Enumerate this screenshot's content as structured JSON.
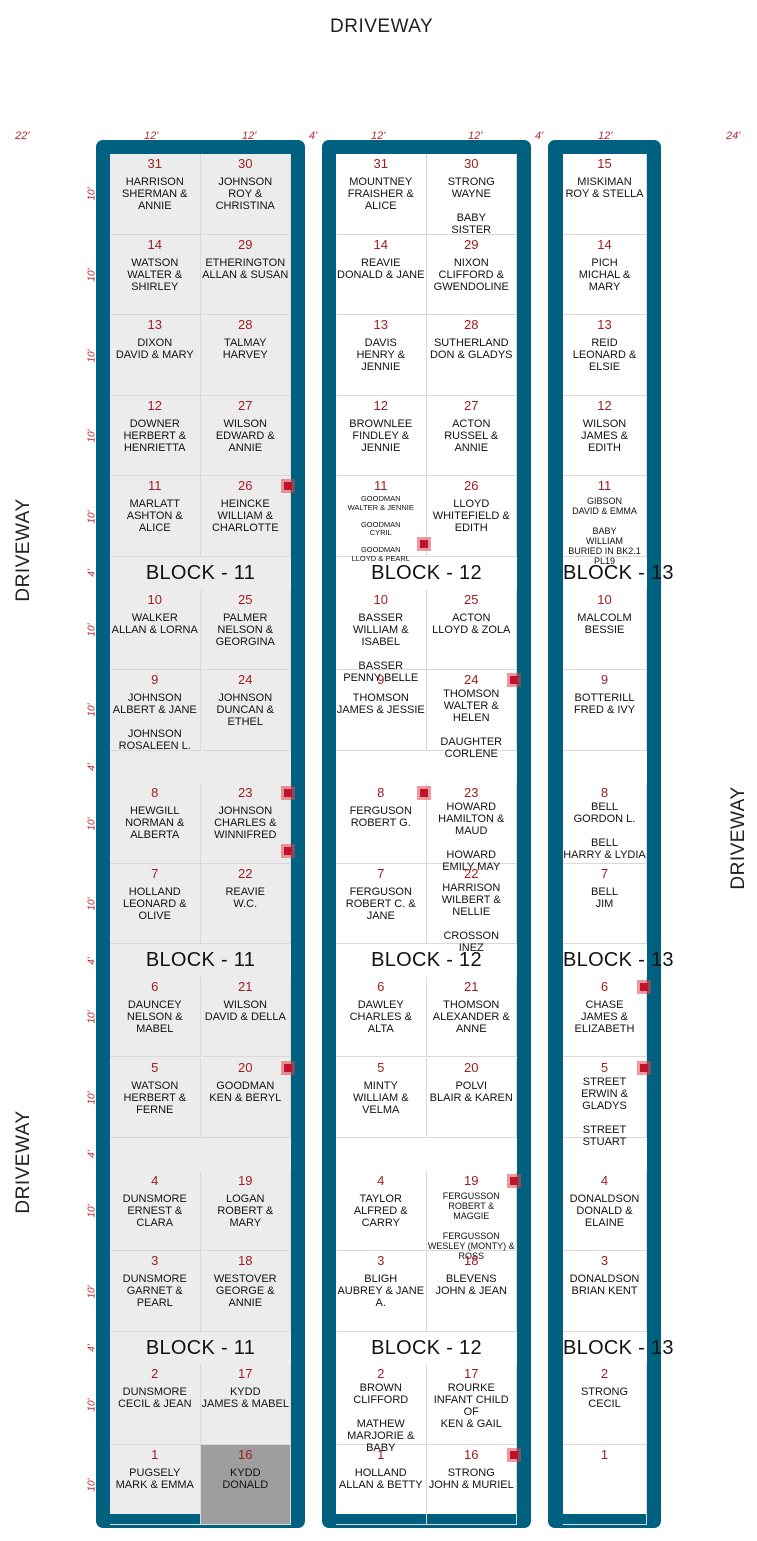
{
  "driveway_label": "DRIVEWAY",
  "dims": {
    "left_margin": "22'",
    "col": "12'",
    "aisle": "4'",
    "right_margin": "24'",
    "row10": "10'",
    "row4": "4'"
  },
  "blocks": [
    {
      "label": "BLOCK - 11",
      "cols": 2,
      "rows": [
        {
          "type": "plot",
          "cells": [
            {
              "num": "31",
              "names": "HARRISON\nSHERMAN & ANNIE"
            },
            {
              "num": "30",
              "names": "JOHNSON\nROY & CHRISTINA"
            }
          ]
        },
        {
          "type": "plot",
          "cells": [
            {
              "num": "14",
              "names": "WATSON\nWALTER & SHIRLEY"
            },
            {
              "num": "29",
              "names": "ETHERINGTON\nALLAN & SUSAN"
            }
          ]
        },
        {
          "type": "plot",
          "cells": [
            {
              "num": "13",
              "names": "DIXON\nDAVID & MARY"
            },
            {
              "num": "28",
              "names": "TALMAY\nHARVEY"
            }
          ]
        },
        {
          "type": "plot",
          "cells": [
            {
              "num": "12",
              "names": "DOWNER\nHERBERT &\nHENRIETTA"
            },
            {
              "num": "27",
              "names": "WILSON\nEDWARD & ANNIE"
            }
          ]
        },
        {
          "type": "plot",
          "cells": [
            {
              "num": "11",
              "names": "MARLATT\nASHTON & ALICE"
            },
            {
              "num": "26",
              "names": "HEINCKE\nWILLIAM &\nCHARLOTTE",
              "marker": true
            }
          ]
        },
        {
          "type": "label"
        },
        {
          "type": "plot",
          "cells": [
            {
              "num": "10",
              "names": "WALKER\nALLAN & LORNA"
            },
            {
              "num": "25",
              "names": "PALMER\nNELSON &\nGEORGINA"
            }
          ]
        },
        {
          "type": "plot",
          "cells": [
            {
              "num": "9",
              "names": "JOHNSON\nALBERT & JANE\n\nJOHNSON\nROSALEEN L."
            },
            {
              "num": "24",
              "names": "JOHNSON\nDUNCAN & ETHEL"
            }
          ]
        },
        {
          "type": "gap"
        },
        {
          "type": "plot",
          "cells": [
            {
              "num": "8",
              "names": "HEWGILL\nNORMAN &\nALBERTA"
            },
            {
              "num": "23",
              "names": "JOHNSON\nCHARLES &\nWINNIFRED",
              "marker": true,
              "marker2": true
            }
          ]
        },
        {
          "type": "plot",
          "cells": [
            {
              "num": "7",
              "names": "HOLLAND\nLEONARD & OLIVE"
            },
            {
              "num": "22",
              "names": "REAVIE\nW.C."
            }
          ]
        },
        {
          "type": "label"
        },
        {
          "type": "plot",
          "cells": [
            {
              "num": "6",
              "names": "DAUNCEY\nNELSON & MABEL"
            },
            {
              "num": "21",
              "names": "WILSON\nDAVID & DELLA"
            }
          ]
        },
        {
          "type": "plot",
          "cells": [
            {
              "num": "5",
              "names": "WATSON\nHERBERT & FERNE"
            },
            {
              "num": "20",
              "names": "GOODMAN\nKEN & BERYL",
              "marker": true
            }
          ]
        },
        {
          "type": "gap"
        },
        {
          "type": "plot",
          "cells": [
            {
              "num": "4",
              "names": "DUNSMORE\nERNEST & CLARA"
            },
            {
              "num": "19",
              "names": "LOGAN\nROBERT & MARY"
            }
          ]
        },
        {
          "type": "plot",
          "cells": [
            {
              "num": "3",
              "names": "DUNSMORE\nGARNET & PEARL"
            },
            {
              "num": "18",
              "names": "WESTOVER\nGEORGE & ANNIE"
            }
          ]
        },
        {
          "type": "label"
        },
        {
          "type": "plot",
          "cells": [
            {
              "num": "2",
              "names": "DUNSMORE\nCECIL & JEAN"
            },
            {
              "num": "17",
              "names": "KYDD\nJAMES & MABEL"
            }
          ]
        },
        {
          "type": "plot",
          "cells": [
            {
              "num": "1",
              "names": "PUGSELY\nMARK & EMMA"
            },
            {
              "num": "16",
              "names": "KYDD\nDONALD",
              "shade": "#9e9e9e"
            }
          ]
        }
      ]
    },
    {
      "label": "BLOCK - 12",
      "cols": 2,
      "rows": [
        {
          "type": "plot",
          "cells": [
            {
              "num": "31",
              "names": "MOUNTNEY\nFRAISHER & ALICE"
            },
            {
              "num": "30",
              "names": "STRONG\nWAYNE\n\nBABY\nSISTER"
            }
          ]
        },
        {
          "type": "plot",
          "cells": [
            {
              "num": "14",
              "names": "REAVIE\nDONALD & JANE"
            },
            {
              "num": "29",
              "names": "NIXON\nCLIFFORD &\nGWENDOLINE"
            }
          ]
        },
        {
          "type": "plot",
          "cells": [
            {
              "num": "13",
              "names": "DAVIS\nHENRY & JENNIE"
            },
            {
              "num": "28",
              "names": "SUTHERLAND\nDON & GLADYS"
            }
          ]
        },
        {
          "type": "plot",
          "cells": [
            {
              "num": "12",
              "names": "BROWNLEE\nFINDLEY & JENNIE"
            },
            {
              "num": "27",
              "names": "ACTON\nRUSSEL & ANNIE"
            }
          ]
        },
        {
          "type": "plot",
          "cells": [
            {
              "num": "11",
              "names": "GOODMAN\nWALTER & JENNIE\n\nGOODMAN\nCYRIL\n\nGOODMAN\nLLOYD & PEARL",
              "size": "small",
              "marker": true,
              "markerPos": "bottom"
            },
            {
              "num": "26",
              "names": "LLOYD\nWHITEFIELD &\nEDITH"
            }
          ]
        },
        {
          "type": "label"
        },
        {
          "type": "plot",
          "cells": [
            {
              "num": "10",
              "names": "BASSER\nWILLIAM & ISABEL\n\nBASSER\nPENNY BELLE"
            },
            {
              "num": "25",
              "names": "ACTON\nLLOYD & ZOLA"
            }
          ]
        },
        {
          "type": "plot",
          "cells": [
            {
              "num": "9",
              "names": "THOMSON\nJAMES & JESSIE"
            },
            {
              "num": "24",
              "names": "THOMSON\nWALTER & HELEN\n\nDAUGHTER\nCORLENE",
              "marker": true,
              "tight": true
            }
          ]
        },
        {
          "type": "gap"
        },
        {
          "type": "plot",
          "cells": [
            {
              "num": "8",
              "names": "FERGUSON\nROBERT  G.",
              "marker": true
            },
            {
              "num": "23",
              "names": "HOWARD\nHAMILTON & MAUD\n\nHOWARD\nEMILY MAY",
              "tight": true
            }
          ]
        },
        {
          "type": "plot",
          "cells": [
            {
              "num": "7",
              "names": "FERGUSON\nROBERT  C. & JANE"
            },
            {
              "num": "22",
              "names": "HARRISON\nWILBERT & NELLIE\n\nCROSSON\nINEZ",
              "tight": true
            }
          ]
        },
        {
          "type": "label"
        },
        {
          "type": "plot",
          "cells": [
            {
              "num": "6",
              "names": "DAWLEY\nCHARLES & ALTA"
            },
            {
              "num": "21",
              "names": "THOMSON\nALEXANDER &\nANNE"
            }
          ]
        },
        {
          "type": "plot",
          "cells": [
            {
              "num": "5",
              "names": "MINTY\nWILLIAM & VELMA"
            },
            {
              "num": "20",
              "names": "POLVI\nBLAIR & KAREN"
            }
          ]
        },
        {
          "type": "gap"
        },
        {
          "type": "plot",
          "cells": [
            {
              "num": "4",
              "names": "TAYLOR\nALFRED & CARRY"
            },
            {
              "num": "19",
              "names": "FERGUSSON\nROBERT &\nMAGGIE\n\nFERGUSSON\nWESLEY (MONTY) &\nROSS",
              "size": "med",
              "marker": true
            }
          ]
        },
        {
          "type": "plot",
          "cells": [
            {
              "num": "3",
              "names": "BLIGH\nAUBREY & JANE A."
            },
            {
              "num": "18",
              "names": "BLEVENS\nJOHN & JEAN"
            }
          ]
        },
        {
          "type": "label"
        },
        {
          "type": "plot",
          "cells": [
            {
              "num": "2",
              "names": "BROWN\nCLIFFORD\n\nMATHEW\nMARJORIE & BABY",
              "tight": true
            },
            {
              "num": "17",
              "names": "ROURKE\nINFANT CHILD\nOF\nKEN & GAIL",
              "tight": true
            }
          ]
        },
        {
          "type": "plot",
          "cells": [
            {
              "num": "1",
              "names": "HOLLAND\nALLAN & BETTY"
            },
            {
              "num": "16",
              "names": "STRONG\nJOHN & MURIEL",
              "marker": true
            }
          ]
        }
      ]
    },
    {
      "label": "BLOCK - 13",
      "cols": 1,
      "rows": [
        {
          "type": "plot",
          "cells": [
            {
              "num": "15",
              "names": "MISKIMAN\nROY & STELLA"
            }
          ]
        },
        {
          "type": "plot",
          "cells": [
            {
              "num": "14",
              "names": "PICH\nMICHAL & MARY"
            }
          ]
        },
        {
          "type": "plot",
          "cells": [
            {
              "num": "13",
              "names": "REID\nLEONARD & ELSIE"
            }
          ]
        },
        {
          "type": "plot",
          "cells": [
            {
              "num": "12",
              "names": "WILSON\nJAMES & EDITH"
            }
          ]
        },
        {
          "type": "plot",
          "cells": [
            {
              "num": "11",
              "names": "GIBSON\nDAVID & EMMA\n\nBABY\nWILLIAM\nBURIED IN BK2.1 PL19",
              "size": "med"
            }
          ]
        },
        {
          "type": "label"
        },
        {
          "type": "plot",
          "cells": [
            {
              "num": "10",
              "names": "MALCOLM\nBESSIE"
            }
          ]
        },
        {
          "type": "plot",
          "cells": [
            {
              "num": "9",
              "names": "BOTTERILL\nFRED & IVY"
            }
          ]
        },
        {
          "type": "gap"
        },
        {
          "type": "plot",
          "cells": [
            {
              "num": "8",
              "names": "BELL\nGORDON L.\n\nBELL\nHARRY & LYDIA",
              "tight": true
            }
          ]
        },
        {
          "type": "plot",
          "cells": [
            {
              "num": "7",
              "names": "BELL\nJIM"
            }
          ]
        },
        {
          "type": "label"
        },
        {
          "type": "plot",
          "cells": [
            {
              "num": "6",
              "names": "CHASE\nJAMES &\nELIZABETH",
              "marker": true
            }
          ]
        },
        {
          "type": "plot",
          "cells": [
            {
              "num": "5",
              "names": "STREET\nERWIN & GLADYS\n\nSTREET\nSTUART",
              "marker": true,
              "tight": true
            }
          ]
        },
        {
          "type": "gap"
        },
        {
          "type": "plot",
          "cells": [
            {
              "num": "4",
              "names": "DONALDSON\nDONALD & ELAINE"
            }
          ]
        },
        {
          "type": "plot",
          "cells": [
            {
              "num": "3",
              "names": "DONALDSON\nBRIAN KENT"
            }
          ]
        },
        {
          "type": "label"
        },
        {
          "type": "plot",
          "cells": [
            {
              "num": "2",
              "names": "STRONG\nCECIL"
            }
          ]
        },
        {
          "type": "plot",
          "cells": [
            {
              "num": "1",
              "names": ""
            }
          ]
        }
      ]
    }
  ]
}
